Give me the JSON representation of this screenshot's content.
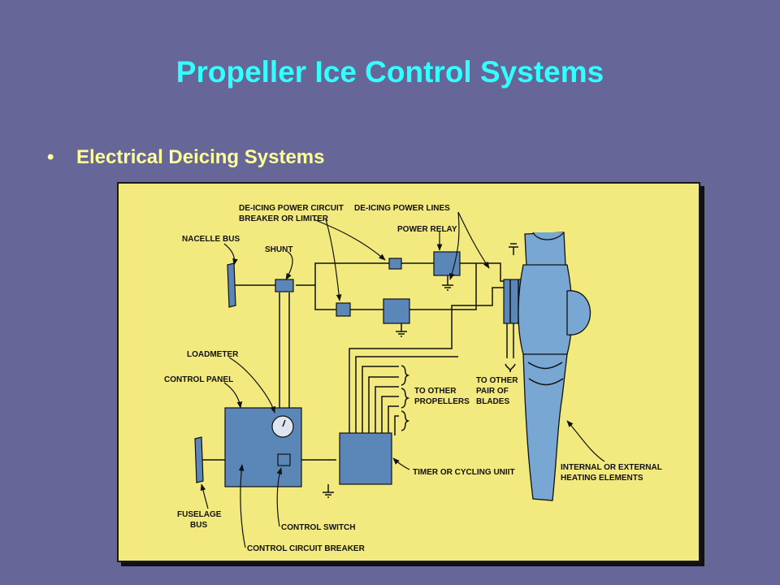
{
  "slide": {
    "title": "Propeller Ice Control Systems",
    "bullet": "Electrical Deicing Systems"
  },
  "diagram": {
    "labels": {
      "breaker_line1": "DE-ICING POWER CIRCUIT",
      "breaker_line2": "BREAKER OR LIMITER",
      "power_lines": "DE-ICING POWER LINES",
      "nacelle_bus": "NACELLE BUS",
      "shunt": "SHUNT",
      "power_relay": "POWER RELAY",
      "loadmeter": "LOADMETER",
      "control_panel": "CONTROL PANEL",
      "other_props_line1": "TO OTHER",
      "other_props_line2": "PROPELLERS",
      "other_blades_line1": "TO OTHER",
      "other_blades_line2": "PAIR OF",
      "other_blades_line3": "BLADES",
      "timer": "TIMER OR CYCLING UNIIT",
      "heating_line1": "INTERNAL OR EXTERNAL",
      "heating_line2": "HEATING ELEMENTS",
      "fuselage_line1": "FUSELAGE",
      "fuselage_line2": "BUS",
      "control_switch": "CONTROL SWITCH",
      "control_breaker": "CONTROL CIRCUIT BREAKER"
    },
    "colors": {
      "background": "#f2ea7e",
      "component": "#5b86b8",
      "propeller": "#78a7d3"
    }
  }
}
